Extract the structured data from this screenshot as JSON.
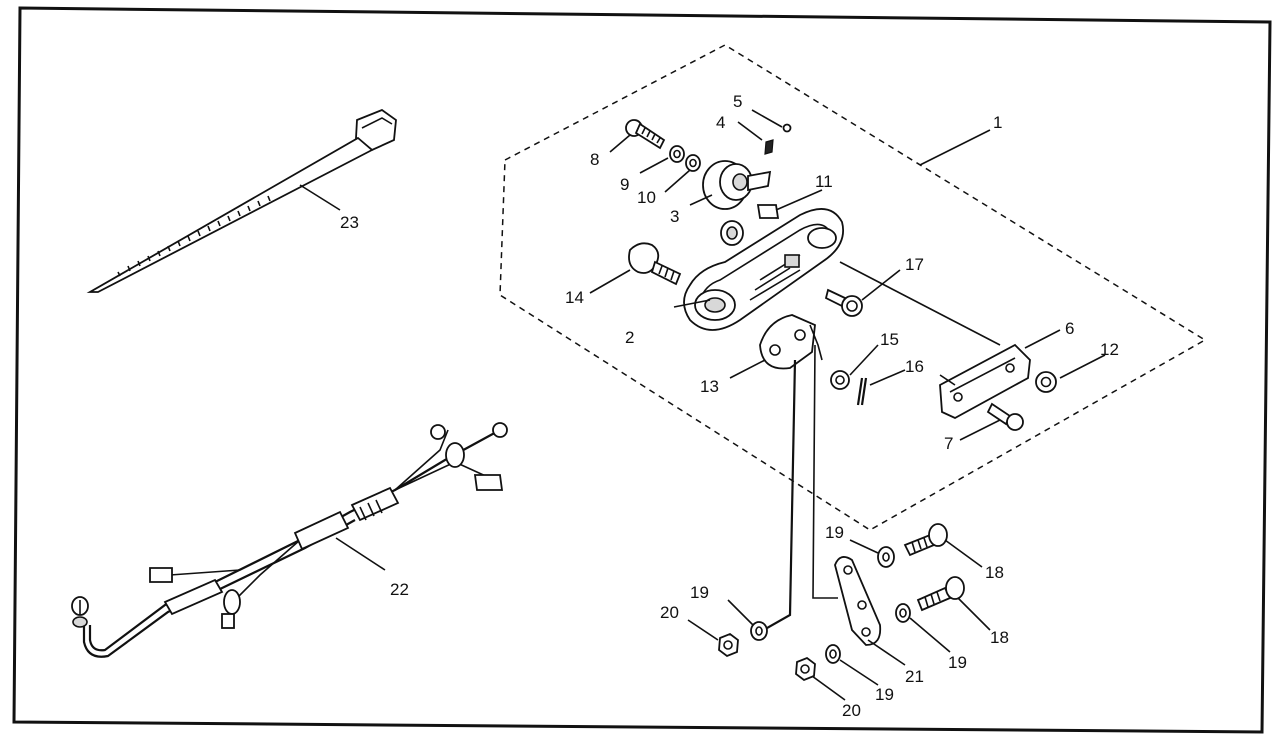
{
  "diagram": {
    "callouts": [
      {
        "id": "c1",
        "text": "1"
      },
      {
        "id": "c2",
        "text": "2"
      },
      {
        "id": "c3",
        "text": "3"
      },
      {
        "id": "c4",
        "text": "4"
      },
      {
        "id": "c5",
        "text": "5"
      },
      {
        "id": "c6",
        "text": "6"
      },
      {
        "id": "c7",
        "text": "7"
      },
      {
        "id": "c8",
        "text": "8"
      },
      {
        "id": "c9",
        "text": "9"
      },
      {
        "id": "c10",
        "text": "10"
      },
      {
        "id": "c11",
        "text": "11"
      },
      {
        "id": "c12",
        "text": "12"
      },
      {
        "id": "c13",
        "text": "13"
      },
      {
        "id": "c14",
        "text": "14"
      },
      {
        "id": "c15",
        "text": "15"
      },
      {
        "id": "c16",
        "text": "16"
      },
      {
        "id": "c17",
        "text": "17"
      },
      {
        "id": "c18a",
        "text": "18"
      },
      {
        "id": "c18b",
        "text": "18"
      },
      {
        "id": "c19a",
        "text": "19"
      },
      {
        "id": "c19b",
        "text": "19"
      },
      {
        "id": "c19c",
        "text": "19"
      },
      {
        "id": "c19d",
        "text": "19"
      },
      {
        "id": "c20a",
        "text": "20"
      },
      {
        "id": "c20b",
        "text": "20"
      },
      {
        "id": "c21",
        "text": "21"
      },
      {
        "id": "c22",
        "text": "22"
      },
      {
        "id": "c23",
        "text": "23"
      }
    ]
  }
}
